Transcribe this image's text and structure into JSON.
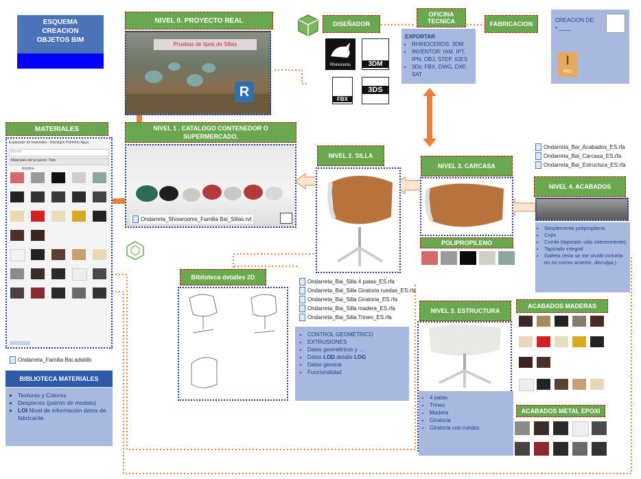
{
  "title": "ESQUEMA CREACION OBJETOS BIM",
  "nivel0": {
    "header": "NIVEL 0. PROYECTO REAL",
    "caption": "Pruebas de tipos de Sillas"
  },
  "disenador": {
    "header": "DISEÑADOR"
  },
  "oficina": {
    "header": "OFICINA TECNICA"
  },
  "fabricacion": {
    "header": "FABRICACION"
  },
  "creacion": {
    "label": "CREACION DE:",
    "bullet": "•",
    "dash": "____",
    "pro": "PRO"
  },
  "exportar": {
    "title": "EXPORTAR",
    "items": [
      "RHINOCEROS: 3DM",
      "INVENTOR: IAM, IPT, IPN, OBJ, STEP, IGES",
      "3Ds: FBX, DWG, DXF, SAT"
    ]
  },
  "logos": {
    "rhino": "Rhinoceros",
    "f3dm": "3DM",
    "fbx": "FBX",
    "f3ds": "3DS",
    "r": "R"
  },
  "materiales": {
    "header": "MATERIALES",
    "explorer_title": "Explorador de materiales - Hormigón Polímero Agua",
    "search": "Buscar",
    "dropdown": "Materiales del proyecto: Todo",
    "col": "Nombre",
    "footer_file": "Ondarreta_Familia Bai.adsklib"
  },
  "biblioteca_mat": {
    "header": "BIBLIOTECA MATERIALES",
    "items": [
      "Texturas y Colores",
      "Despieces (patrón de modelo)"
    ],
    "loi_bold": "LOI",
    "loi_rest": " Nivel de información datos de fabricante."
  },
  "nivel1": {
    "header": "NIVEL 1 . CATALOGO CONTENEDOR O SUPERMERCADO.",
    "file": "Ondarreta_Showrooms_Familia Bai_Sillas.rvt"
  },
  "nivel2": {
    "header": "NIVEL 2. SILLA"
  },
  "nivel3c": {
    "header": "NIVEL 3. CARCASA",
    "sub": "POLIPROPILENO"
  },
  "nivel4": {
    "header": "NIVEL 4. ACABADOS"
  },
  "rfa_top": [
    "Ondarreta_Bai_Acabados_ES.rfa",
    "Ondarreta_Bai_Carcasa_ES.rfa",
    "Ondarreta_Bai_Estructura_ES.rfa"
  ],
  "acabados_list": [
    "Simplemente polipropileno",
    "Cojín",
    "Combi (tapizado sólo interiormente)",
    "Tapizado integral",
    "Galleta (esta se me olvidó incluirla en mi correo anterior, disculpa.)"
  ],
  "biblioteca2d": {
    "header": "Biblioteca detalles 2D"
  },
  "rfa_silla": [
    "Ondarreta_Bai_Silla 4 patas_ES.rfa",
    "Ondarreta_Bai_Silla Giratoria ruedas_ES.rfa",
    "Ondarreta_Bai_Silla Giratoria_ES.rfa",
    "Ondarreta_Bai_Silla madera_ES.rfa",
    "Ondarreta_Bai_Silla Trineo_ES.rfa"
  ],
  "control": {
    "items": [
      "CONTROL GEOMÉTRICO",
      "EXTRUSIONES",
      "Datos geométricos y …"
    ],
    "lod_pre": "Datos ",
    "lod_bold": "LOD",
    "lod_mid": " detalle ",
    "lod_bold2": "LOG",
    "items2": [
      "Datos general",
      "Funcionalidad"
    ]
  },
  "nivel3e": {
    "header": "NIVEL 3. ESTRUCTURA",
    "items": [
      "4 patas",
      "Trineo",
      "Madera",
      "Giratoria",
      "Giratoria con ruedas"
    ]
  },
  "maderas": {
    "header": "ACABADOS MADERAS"
  },
  "metal": {
    "header": "ACABADOS METAL EPOXI"
  },
  "colors": {
    "green": "#6aa84f",
    "blue_box": "#a8b9e0",
    "dark_blue": "#1f3b8a",
    "orange": "#e8813a",
    "title_bg": "#4a73b8",
    "bright_blue": "#0000ff"
  },
  "icons": [
    "cube-icon",
    "cart-icon",
    "wireframe-cube-icon",
    "file-icon",
    "revit-icon",
    "inventor-icon"
  ]
}
